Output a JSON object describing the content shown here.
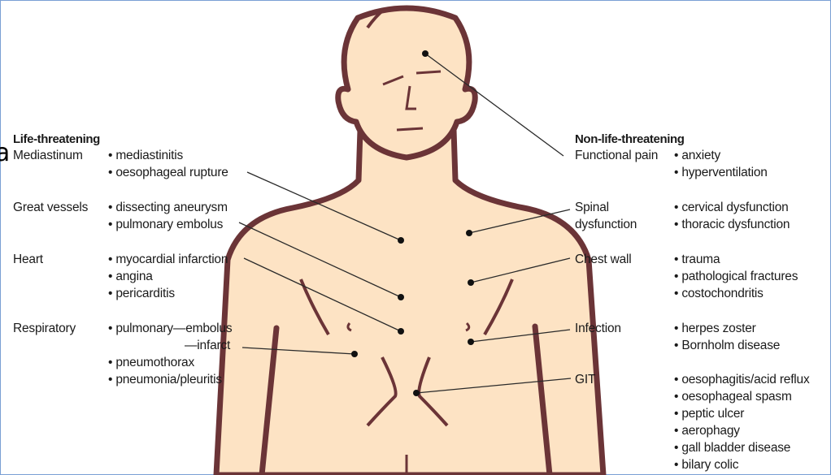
{
  "heading_left": "Life-threatening",
  "heading_right": "Non-life-threatening",
  "edge_glyph": "a",
  "left_groups": [
    {
      "category": "Mediastinum",
      "items": [
        "• mediastinitis",
        "• oesophageal rupture"
      ]
    },
    {
      "category": "Great vessels",
      "items": [
        "• dissecting aneurysm",
        "• pulmonary embolus"
      ]
    },
    {
      "category": "Heart",
      "items": [
        "• myocardial infarction",
        "• angina",
        "• pericarditis"
      ]
    },
    {
      "category": "Respiratory",
      "items": [
        "• pulmonary—embolus",
        "—infarct",
        "• pneumothorax",
        "• pneumonia/pleuritis"
      ]
    }
  ],
  "right_groups": [
    {
      "category": "Functional pain",
      "items": [
        "• anxiety",
        "• hyperventilation"
      ]
    },
    {
      "category_lines": [
        "Spinal",
        "dysfunction"
      ],
      "items": [
        "• cervical dysfunction",
        "• thoracic dysfunction"
      ]
    },
    {
      "category": "Chest wall",
      "items": [
        "• trauma",
        "• pathological fractures",
        "• costochondritis"
      ]
    },
    {
      "category": "Infection",
      "items": [
        "• herpes zoster",
        "• Bornholm disease"
      ]
    },
    {
      "category": "GIT",
      "items": [
        "• oesophagitis/acid reflux",
        "• oesophageal spasm",
        "• peptic ulcer",
        "• aerophagy",
        "• gall bladder disease",
        "• bilary colic"
      ]
    }
  ],
  "colors": {
    "skin": "#fde3c4",
    "outline": "#6b3437",
    "leader": "#2a2a2a",
    "frame": "#7a9fd4"
  }
}
